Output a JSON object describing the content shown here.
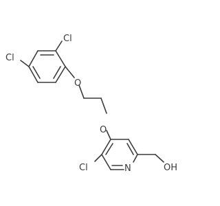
{
  "molecule": {
    "atom_labels": {
      "cl_top_left": "Cl",
      "cl_top_right": "Cl",
      "ether_o_upper": "O",
      "ether_o_lower": "O",
      "cl_pyridine": "Cl",
      "pyridine_n": "N",
      "hydroxyl": "OH"
    },
    "colors": {
      "bond": "#3a3a3a",
      "text": "#3a3a3a",
      "background": "#ffffff"
    }
  }
}
